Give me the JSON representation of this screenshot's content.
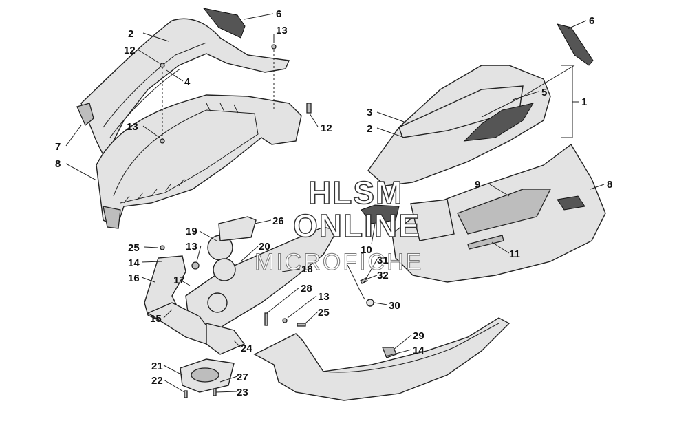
{
  "callouts": {
    "c6a": "6",
    "c13a": "13",
    "c2a": "2",
    "c12a": "12",
    "c4": "4",
    "c13b": "13",
    "c12b": "12",
    "c7": "7",
    "c8a": "8",
    "c6b": "6",
    "c1": "1",
    "c5": "5",
    "c3": "3",
    "c2b": "2",
    "c9": "9",
    "c8b": "8",
    "c11": "11",
    "c10": "10",
    "c19": "19",
    "c26": "26",
    "c25a": "25",
    "c13c": "13",
    "c20": "20",
    "c14a": "14",
    "c16": "16",
    "c17": "17",
    "c18": "18",
    "c15": "15",
    "c28": "28",
    "c13d": "13",
    "c25b": "25",
    "c31": "31",
    "c32": "32",
    "c30": "30",
    "c24": "24",
    "c21": "21",
    "c22": "22",
    "c27": "27",
    "c23": "23",
    "c29": "29",
    "c14b": "14"
  },
  "watermark": {
    "line1": "HLSM",
    "line2": "ONLINE",
    "line3": "MICROFICHE"
  }
}
